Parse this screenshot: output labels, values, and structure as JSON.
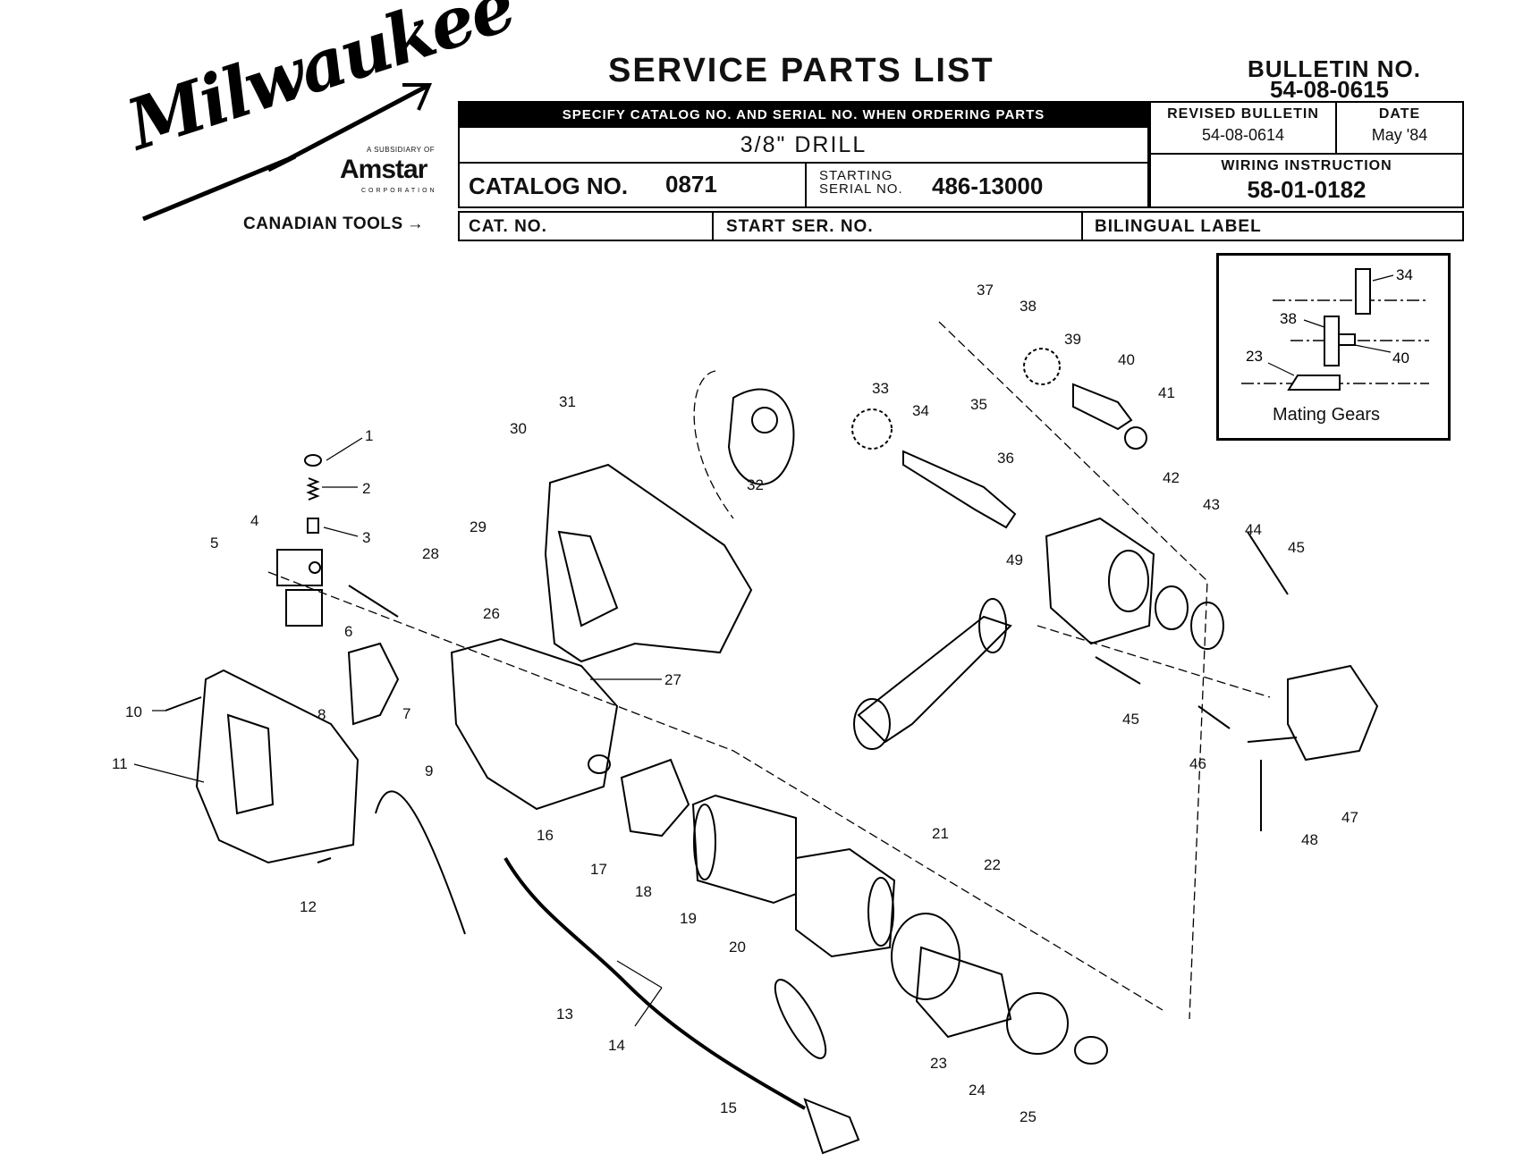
{
  "brand": {
    "wordmark": "Milwaukee",
    "subsidiary": "A SUBSIDIARY OF",
    "parent": "Amstar",
    "parent_sub": "CORPORATION",
    "canadian_tools": "CANADIAN TOOLS",
    "arrow": "→"
  },
  "header": {
    "title": "SERVICE PARTS LIST",
    "bulletin_label": "BULLETIN NO.",
    "bulletin_no": "54-08-0615",
    "notice": "SPECIFY CATALOG NO. AND SERIAL NO. WHEN ORDERING PARTS",
    "product": "3/8\" DRILL",
    "catalog_label": "CATALOG NO.",
    "catalog_no": "0871",
    "serial_label": "STARTING SERIAL NO.",
    "serial_no": "486-13000",
    "revised_label": "REVISED BULLETIN",
    "revised_value": "54-08-0614",
    "date_label": "DATE",
    "date_value": "May '84",
    "wiring_label": "WIRING INSTRUCTION",
    "wiring_value": "58-01-0182"
  },
  "canadian_row": {
    "cat_no": "CAT. NO.",
    "start_ser_no": "START SER. NO.",
    "bilingual": "BILINGUAL LABEL"
  },
  "inset": {
    "caption": "Mating Gears",
    "labels": [
      "34",
      "38",
      "23",
      "40"
    ]
  },
  "callouts": [
    "1",
    "2",
    "3",
    "4",
    "5",
    "6",
    "7",
    "8",
    "9",
    "10",
    "11",
    "12",
    "13",
    "14",
    "15",
    "16",
    "17",
    "18",
    "19",
    "20",
    "21",
    "22",
    "23",
    "24",
    "25",
    "26",
    "27",
    "28",
    "29",
    "30",
    "31",
    "32",
    "33",
    "34",
    "35",
    "36",
    "37",
    "38",
    "39",
    "40",
    "41",
    "42",
    "43",
    "44",
    "45",
    "45",
    "46",
    "47",
    "48",
    "49"
  ]
}
